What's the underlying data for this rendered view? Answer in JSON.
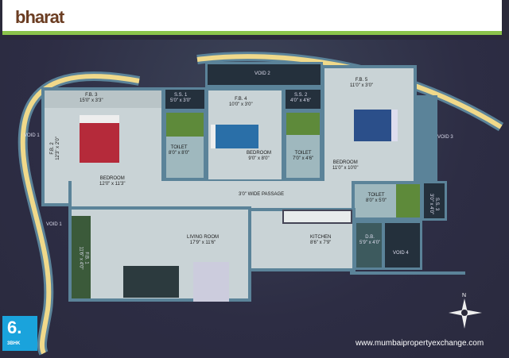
{
  "brand": {
    "logo": "bharat"
  },
  "rooms": {
    "fb3": {
      "name": "F.B. 3",
      "size": "15'0\" x 3'3\""
    },
    "ss1": {
      "name": "S.S. 1",
      "size": "5'0\" x 3'0\""
    },
    "fb4": {
      "name": "F.B. 4",
      "size": "10'0\" x 3'0\""
    },
    "ss2": {
      "name": "S.S. 2",
      "size": "4'0\" x 4'6\""
    },
    "fb5": {
      "name": "F.B. 5",
      "size": "11'0\" x 3'0\""
    },
    "fb2": {
      "name": "F.B. 2",
      "size": "12'3\" x 2'0\""
    },
    "bedroom1": {
      "name": "BEDROOM",
      "size": "12'0\" x 11'3\""
    },
    "toilet1": {
      "name": "TOILET",
      "size": "8'0\" x 8'0\""
    },
    "bedroom2": {
      "name": "BEDROOM",
      "size": "9'0\" x 8'0\""
    },
    "toilet2": {
      "name": "TOILET",
      "size": "7'0\" x 4'6\""
    },
    "bedroom3": {
      "name": "BEDROOM",
      "size": "11'0\" x 10'0\""
    },
    "toilet3": {
      "name": "TOILET",
      "size": "8'0\" x 5'0\""
    },
    "ss3": {
      "name": "S.S. 3",
      "size": "3'0\" x 4'0\""
    },
    "passage": {
      "name": "3'0\" WIDE PASSAGE"
    },
    "living": {
      "name": "LIVING ROOM",
      "size": "17'9\" x 11'6\""
    },
    "kitchen": {
      "name": "KITCHEN",
      "size": "8'6\" x 7'9\""
    },
    "db": {
      "name": "D.B.",
      "size": "5'9\" x 4'0\""
    },
    "fb1": {
      "name": "F.B. 1",
      "size": "11'6\" x 4'0\""
    },
    "void1a": {
      "name": "VOID 1"
    },
    "void1b": {
      "name": "VOID 1"
    },
    "void2": {
      "name": "VOID 2"
    },
    "void3": {
      "name": "VOID 3"
    },
    "void4": {
      "name": "VOID 4"
    }
  },
  "badge": {
    "number": "6.",
    "type": "3BHK"
  },
  "compass": {
    "north": "N"
  },
  "website": "www.mumbaipropertyexchange.com",
  "colors": {
    "accent_green": "#8bc34a",
    "badge_blue": "#1aa3dc",
    "curve_yellow": "#f0d98a",
    "wall": "#5b8399"
  }
}
